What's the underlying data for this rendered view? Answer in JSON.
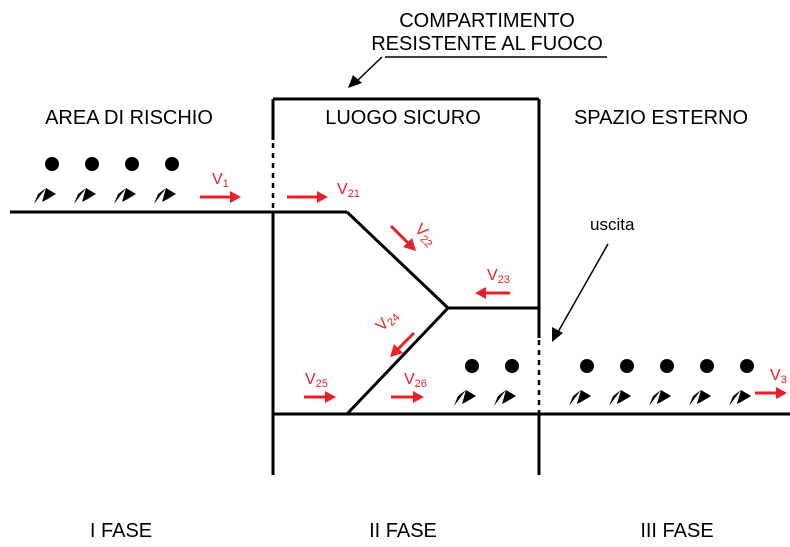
{
  "labels": {
    "compartment_line1": "COMPARTIMENTO",
    "compartment_line2": "RESISTENTE AL FUOCO",
    "risk_area": "AREA DI RISCHIO",
    "safe_place": "LUOGO SICURO",
    "external_space": "SPAZIO ESTERNO",
    "exit": "uscita"
  },
  "phases": {
    "phase1": "I FASE",
    "phase2": "II FASE",
    "phase3": "III FASE"
  },
  "velocities": {
    "v1": {
      "main": "V",
      "sub": "1"
    },
    "v21": {
      "main": "V",
      "sub": "21"
    },
    "v22": {
      "main": "V",
      "sub": "22"
    },
    "v23": {
      "main": "V",
      "sub": "23"
    },
    "v24": {
      "main": "V",
      "sub": "24"
    },
    "v25": {
      "main": "V",
      "sub": "25"
    },
    "v26": {
      "main": "V",
      "sub": "26"
    },
    "v3": {
      "main": "V",
      "sub": "3"
    }
  },
  "colors": {
    "velocity_red": "#e8202a",
    "line_black": "#000000"
  }
}
